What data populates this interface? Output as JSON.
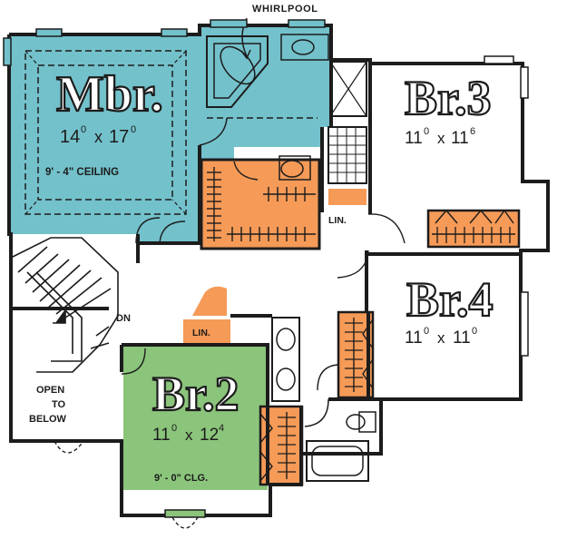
{
  "colors": {
    "master_suite": "#73c1cb",
    "bedroom_2": "#8bc47b",
    "closet": "#f59a57",
    "wall": "#1c1c1c",
    "background": "#ffffff"
  },
  "labels": {
    "whirlpool": "WHIRLPOOL",
    "master": {
      "name": "Mbr.",
      "w": "14",
      "w_sup": "0",
      "x": "x",
      "h": "17",
      "h_sup": "0",
      "ceiling": "9' - 4\" CEILING"
    },
    "br3": {
      "name": "Br.3",
      "w": "11",
      "w_sup": "0",
      "x": "x",
      "h": "11",
      "h_sup": "6"
    },
    "br4": {
      "name": "Br.4",
      "w": "11",
      "w_sup": "0",
      "x": "x",
      "h": "11",
      "h_sup": "0"
    },
    "br2": {
      "name": "Br.2",
      "w": "11",
      "w_sup": "0",
      "x": "x",
      "h": "12",
      "h_sup": "4",
      "ceiling": "9' - 0\" CLG."
    },
    "lin_right": "LIN.",
    "lin_left": "LIN.",
    "stair_dn": "DN",
    "open_line1": "OPEN",
    "open_line2": "TO",
    "open_line3": "BELOW"
  }
}
